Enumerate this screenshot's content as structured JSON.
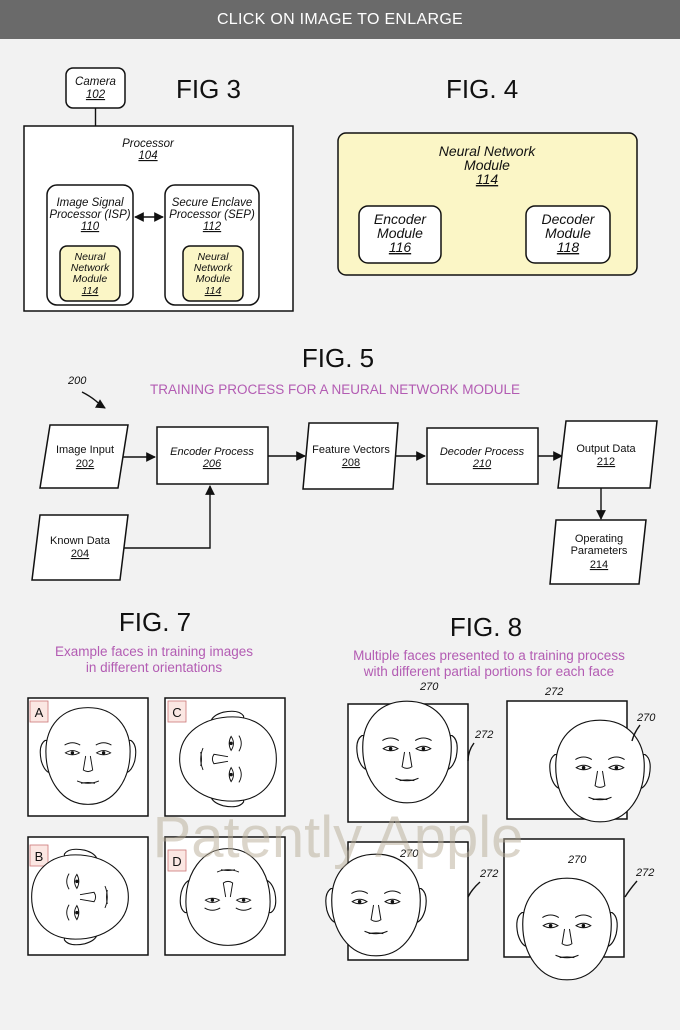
{
  "banner": {
    "text": "CLICK ON IMAGE TO ENLARGE"
  },
  "fig3": {
    "title": "FIG 3",
    "camera": {
      "label": "Camera",
      "ref": "102"
    },
    "processor": {
      "label": "Processor",
      "ref": "104"
    },
    "isp": {
      "line1": "Image Signal",
      "line2": "Processor (ISP)",
      "ref": "110"
    },
    "sep": {
      "line1": "Secure Enclave",
      "line2": "Processor (SEP)",
      "ref": "112"
    },
    "nn": {
      "line1": "Neural",
      "line2": "Network",
      "line3": "Module",
      "ref": "114"
    }
  },
  "fig4": {
    "title": "FIG. 4",
    "module": {
      "line1": "Neural Network",
      "line2": "Module",
      "ref": "114"
    },
    "encoder": {
      "line1": "Encoder",
      "line2": "Module",
      "ref": "116"
    },
    "decoder": {
      "line1": "Decoder",
      "line2": "Module",
      "ref": "118"
    }
  },
  "fig5": {
    "title": "FIG. 5",
    "caption": "TRAINING PROCESS FOR A NEURAL NETWORK MODULE",
    "ref": "200",
    "image_input": {
      "label": "Image Input",
      "ref": "202"
    },
    "known_data": {
      "label": "Known Data",
      "ref": "204"
    },
    "encoder": {
      "label": "Encoder Process",
      "ref": "206"
    },
    "features": {
      "label": "Feature Vectors",
      "ref": "208"
    },
    "decoder": {
      "label": "Decoder Process",
      "ref": "210"
    },
    "output": {
      "label": "Output Data",
      "ref": "212"
    },
    "params": {
      "line1": "Operating",
      "line2": "Parameters",
      "ref": "214"
    }
  },
  "fig7": {
    "title": "FIG. 7",
    "caption_line1": "Example faces in training images",
    "caption_line2": "in different orientations",
    "panels": [
      "A",
      "B",
      "C",
      "D"
    ]
  },
  "fig8": {
    "title": "FIG. 8",
    "caption_line1": "Multiple faces presented to a training process",
    "caption_line2": "with different partial portions for each face",
    "ref_face": "270",
    "ref_frame": "272"
  },
  "watermark": "Patently Apple"
}
